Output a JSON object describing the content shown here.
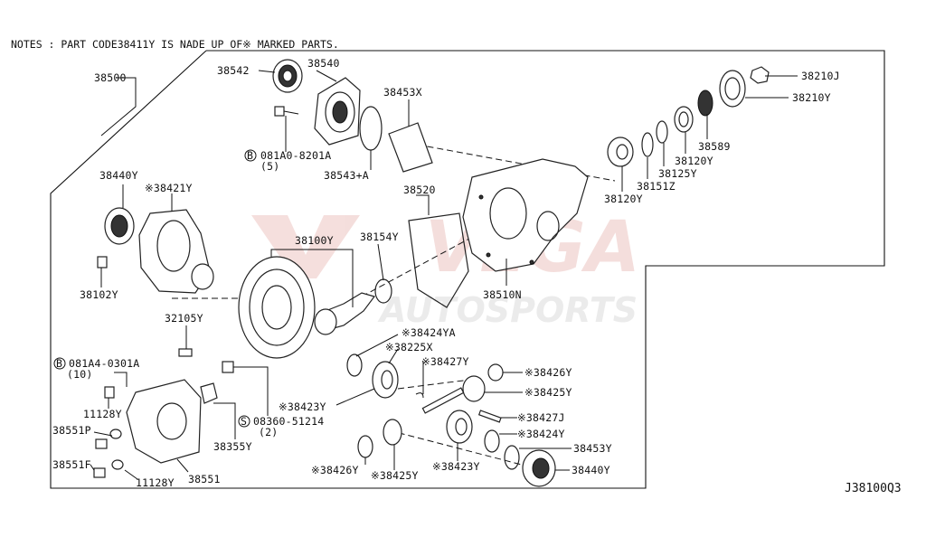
{
  "notes": "NOTES : PART CODE38411Y IS NADE UP OF※ MARKED PARTS.",
  "diagram_ref": "J38100Q3",
  "watermark": {
    "line1": "VEGA",
    "line2": "AUTOSPORTS",
    "color": "#c0392b"
  },
  "labels": {
    "p38500": "38500",
    "p38542": "38542",
    "p38540": "38540",
    "p38453x": "38453X",
    "p38210j": "38210J",
    "p38210y": "38210Y",
    "p38589": "38589",
    "p38120y_a": "38120Y",
    "p38125y": "38125Y",
    "p38151z": "38151Z",
    "p38120y_b": "38120Y",
    "p081a0_8201a": "081A0-8201A",
    "p081a0_qty": "(5)",
    "p38543a": "38543+A",
    "p38440y_a": "38440Y",
    "p38421y": "※38421Y",
    "p38520": "38520",
    "p38100y": "38100Y",
    "p38154y": "38154Y",
    "p38510n": "38510N",
    "p38102y": "38102Y",
    "p32105y": "32105Y",
    "p38424ya": "※38424YA",
    "p38225x": "※38225X",
    "p38427y": "※38427Y",
    "p38426y_a": "※38426Y",
    "p38425y_a": "※38425Y",
    "p081a4_0301a": "081A4-0301A",
    "p081a4_qty": "(10)",
    "p11128y_a": "11128Y",
    "p38551p": "38551P",
    "p38551f": "38551F",
    "p11128y_b": "11128Y",
    "p38551": "38551",
    "p38355y": "38355Y",
    "p08360_51214": "08360-51214",
    "p08360_qty": "(2)",
    "p38423y_a": "※38423Y",
    "p38427j": "※38427J",
    "p38424y": "※38424Y",
    "p38453y": "38453Y",
    "p38440y_b": "38440Y",
    "p38426y_b": "※38426Y",
    "p38425y_b": "※38425Y",
    "p38423y_b": "※38423Y",
    "b_symbol": "B",
    "s_symbol": "S"
  }
}
